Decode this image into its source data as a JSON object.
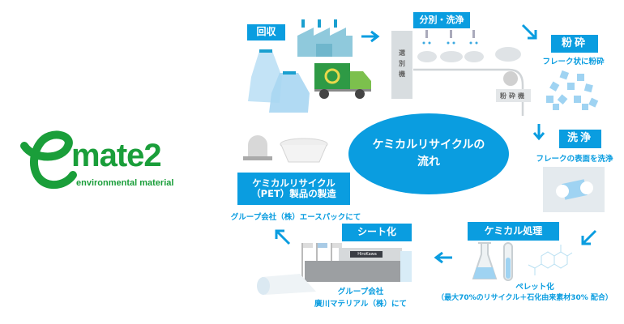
{
  "logo": {
    "brand": "emate2",
    "tagline": "environmental material",
    "color": "#1a9e3a"
  },
  "accent": "#0a9de0",
  "center": {
    "line1": "ケミカルリサイクルの",
    "line2": "流れ"
  },
  "steps": {
    "collect": {
      "label": "回収"
    },
    "sort_wash": {
      "label": "分別・洗浄",
      "machine": "選別機"
    },
    "crush": {
      "label": "粉砕",
      "desc": "フレーク状に粉砕",
      "machine": "粉砕機"
    },
    "wash": {
      "label": "洗浄",
      "desc": "フレークの表面を洗浄"
    },
    "chemical": {
      "label": "ケミカル処理",
      "desc1": "ペレット化",
      "desc2": "（最大70%のリサイクル＋石化由来素材30% 配合）"
    },
    "sheet": {
      "label": "シート化",
      "desc1": "グループ会社",
      "desc2": "廣川マテリアル（株）にて",
      "building_sign": "HiroKawa"
    },
    "product": {
      "label1": "ケミカルリサイクル",
      "label2": "（PET）製品の製造",
      "desc": "グループ会社（株）エースパックにて"
    }
  }
}
